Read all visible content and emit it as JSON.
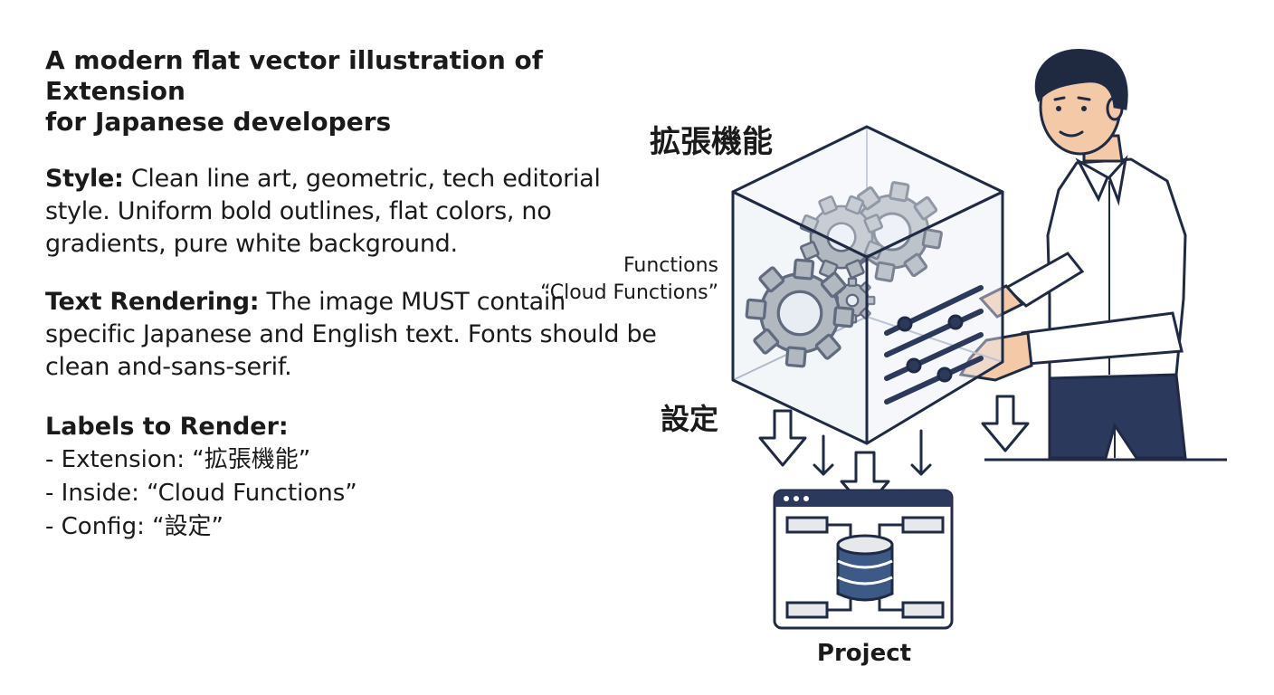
{
  "title": {
    "line1": "A modern flat vector illustration of Extension",
    "line2": "for Japanese developers"
  },
  "style": {
    "label": "Style:",
    "text": " Clean line art, geometric, tech editorial style. Uniform bold outlines, flat colors, no gradients, pure white background."
  },
  "text_rendering": {
    "label": "Text Rendering:",
    "text": " The image MUST contain specific Japanese and English text. Fonts should be clean and-sans-serif."
  },
  "labels_to_render": {
    "heading": "Labels to Render:",
    "items": [
      "- Extension: “拡張機能”",
      "- Inside: “Cloud Functions”",
      "- Config: “設定”"
    ]
  },
  "diagram": {
    "extension_label": "拡張機能",
    "functions_label": "Functions",
    "cloud_functions_label": "“Cloud Functions”",
    "config_label": "設定",
    "project_label": "Project"
  },
  "colors": {
    "outline": "#1f2a44",
    "navy": "#2b3a5c",
    "gear": "#9aa0a8",
    "gear_dark": "#7d838b",
    "cube_fill": "#eef2f8",
    "skin": "#f4c9a8",
    "hair": "#1f2a40",
    "db_blue": "#3d5a86",
    "box_fill": "#e6e8ec"
  }
}
